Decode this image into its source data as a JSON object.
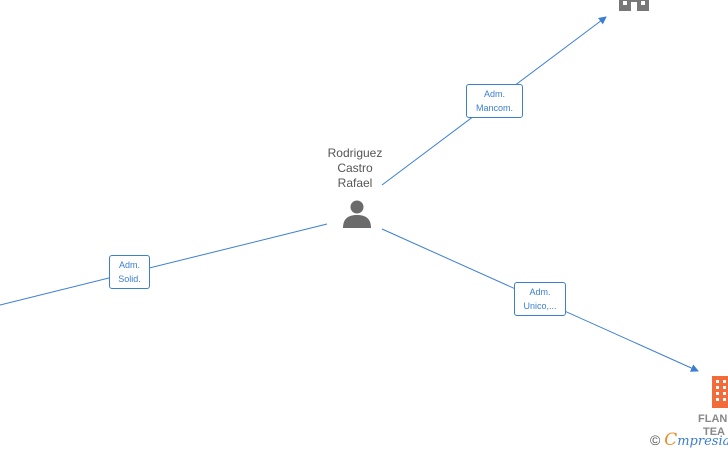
{
  "person": {
    "name_lines": [
      "Rodriguez",
      "Castro",
      "Rafael"
    ],
    "icon": "person-icon"
  },
  "edges": [
    {
      "id": "top-right",
      "label_lines": [
        "Adm.",
        "Mancom."
      ]
    },
    {
      "id": "left",
      "label_lines": [
        "Adm.",
        "Solid."
      ]
    },
    {
      "id": "bottom-right",
      "label_lines": [
        "Adm.",
        "Unico,..."
      ]
    }
  ],
  "companies": [
    {
      "id": "top-right-company",
      "icon": "building-icon",
      "color": "#777777",
      "name": ""
    },
    {
      "id": "bottom-right-company",
      "icon": "building-icon",
      "color": "#f26b3a",
      "name_lines": [
        "FLAN",
        "TEA"
      ]
    }
  ],
  "colors": {
    "edge": "#3b7ed2",
    "person": "#6b6b6b"
  },
  "watermark": {
    "copyright": "©",
    "brand_initial": "C",
    "brand_rest": "mpresia"
  }
}
